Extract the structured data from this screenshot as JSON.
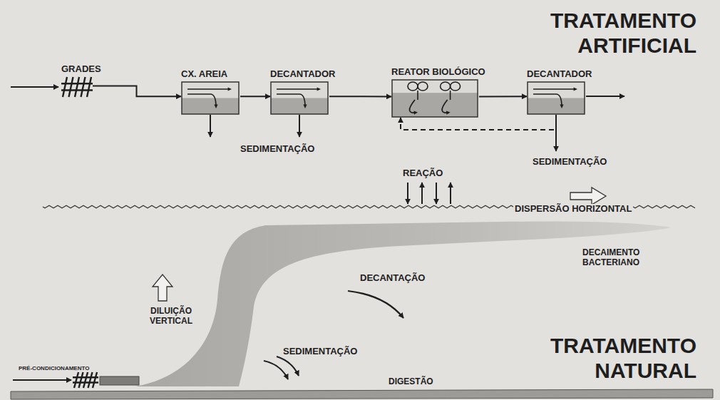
{
  "diagram": {
    "nodes": [
      {
        "text": [
          "GRADES"
        ]
      },
      {
        "text": [
          "CX. AREIA"
        ]
      },
      {
        "text": [
          "DECANTADOR"
        ]
      },
      {
        "text": [
          "REATOR BIOLÓGICO"
        ]
      },
      {
        "text": [
          "DECANTADOR"
        ]
      }
    ],
    "edges": [
      {
        "from": 0,
        "to": 1,
        "arrow": "to"
      },
      {
        "from": 1,
        "to": 2,
        "arrow": "to"
      },
      {
        "from": 2,
        "to": 3,
        "arrow": "to"
      },
      {
        "from": 3,
        "to": 4,
        "arrow": "to"
      },
      {
        "from": 4,
        "to": 3,
        "arrow": "to"
      }
    ],
    "labels": [
      "TRATAMENTO ARTIFICIAL",
      "SEDIMENTAÇÃO",
      "SEDIMENTAÇÃO",
      "REAÇÃO",
      "DISPERSÃO HORIZONTAL",
      "DECAIMENTO BACTERIANO",
      "DECANTAÇÃO",
      "DILUIÇÃO VERTICAL",
      "SEDIMENTAÇÃO",
      "PRÉ-CONDICIONAMENTO",
      "DIGESTÃO",
      "TRATAMENTO NATURAL"
    ]
  }
}
